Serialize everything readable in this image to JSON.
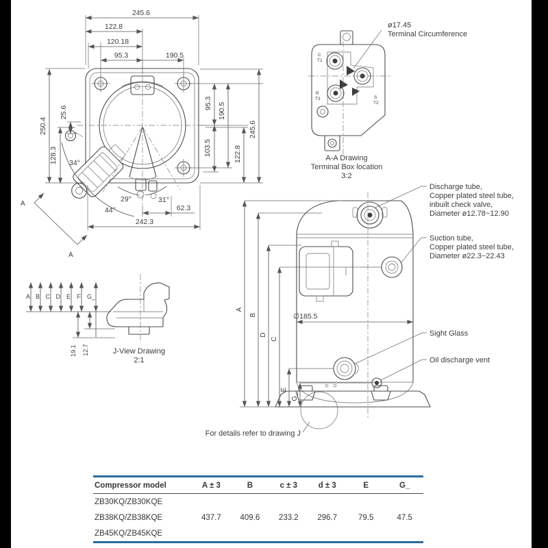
{
  "colors": {
    "line": "#4a4a4a",
    "text": "#3b3b3b",
    "table_border_blue": "#2a6b9b",
    "side_bars": "#000000"
  },
  "top_view": {
    "dim_width_total": "245.6",
    "dim_122_8": "122.8",
    "dim_120_18": "120.18",
    "dim_190_5": "190.5",
    "dim_95_3": "95.3",
    "dim_250_4": "250.4",
    "dim_25_6": "25.6",
    "dim_128_3": "128.3",
    "angle_34": "34°",
    "dim_95_3_right": "95.3",
    "dim_190_5_right": "190.5",
    "dim_245_6_right": "245.6",
    "dim_103_5": "103.5",
    "dim_122_8_right": "122.8",
    "angle_29": "29°",
    "angle_31": "31°",
    "angle_44": "44°",
    "dim_62_3": "62.3",
    "dim_242_3": "242.3",
    "section_label_top": "A",
    "section_label_bottom": "A"
  },
  "terminal_view": {
    "callout_line1": "ø17.45",
    "callout_line2": "Terminal Circumference",
    "labels": {
      "c": "C",
      "t1": "T1",
      "r": "R",
      "t3": "T3",
      "s": "S",
      "t2": "T2"
    },
    "caption_line1": "A-A Drawing",
    "caption_line2": "Terminal Box location",
    "caption_line3": "3:2"
  },
  "j_view": {
    "leaders": [
      "A",
      "B",
      "C",
      "D",
      "E",
      "F",
      "G_"
    ],
    "dim_19_1": "19.1",
    "dim_12_7": "12.7",
    "caption_line1": "J-View Drawing",
    "caption_line2": "2:1"
  },
  "side_view": {
    "dim_labels": [
      "A",
      "B",
      "D",
      "C",
      "E",
      "G_"
    ],
    "diameter": "∅185.5",
    "discharge_callout": [
      "Discharge tube,",
      "Copper plated steel tube,",
      "inbuilt check valve,",
      "Diameter ø12.78~12.90"
    ],
    "suction_callout": [
      "Suction tube,",
      "Copper plated steel tube,",
      "Diameter ø22.3~22.43"
    ],
    "sight_glass_label": "Sight Glass",
    "oil_vent_label": "Oil discharge vent",
    "detail_note": "For details refer to drawing J"
  },
  "table": {
    "headers": [
      "Compressor model",
      "A ± 3",
      "B",
      "c ± 3",
      "d ± 3",
      "E",
      "G_"
    ],
    "rows": [
      {
        "model": "ZB30KQ/ZB30KQE",
        "values": [
          "",
          "",
          "",
          "",
          "",
          ""
        ]
      },
      {
        "model": "ZB38KQ/ZB38KQE",
        "values": [
          "437.7",
          "409.6",
          "233.2",
          "296.7",
          "79.5",
          "47.5"
        ]
      },
      {
        "model": "ZB45KQ/ZB45KQE",
        "values": [
          "",
          "",
          "",
          "",
          "",
          ""
        ]
      }
    ]
  }
}
